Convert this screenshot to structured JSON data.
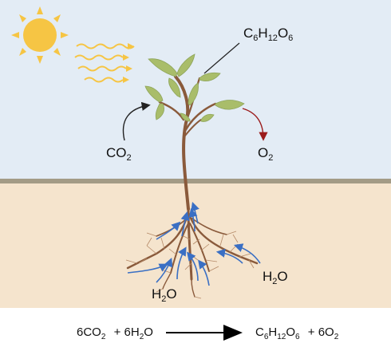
{
  "labels": {
    "glucose": {
      "main": "C",
      "s1": "6",
      "m2": "H",
      "s2": "12",
      "m3": "O",
      "s3": "6"
    },
    "co2": {
      "main": "CO",
      "sub": "2"
    },
    "o2": {
      "main": "O",
      "sub": "2"
    },
    "water_right": {
      "m1": "H",
      "sub": "2",
      "m2": "O"
    },
    "water_bottom": {
      "m1": "H",
      "sub": "2",
      "m2": "O"
    }
  },
  "equation": {
    "r1": "6CO",
    "r1_sub": "2",
    "plus1": "+ 6H",
    "r2_sub": "2",
    "r2_o": "O",
    "p1": "C",
    "p1_s1": "6",
    "p1_h": "H",
    "p1_s2": "12",
    "p1_o": "O",
    "p1_s3": "6",
    "plus2": "+ 6O",
    "p2_sub": "2"
  },
  "colors": {
    "sky": "#e3ecf5",
    "soil": "#f5e4cd",
    "ground_line": "#a39b86",
    "sun": "#f6c544",
    "light_rays": "#f6c544",
    "leaf": "#a9bd6a",
    "stem": "#8a5a3b",
    "co2_arrow": "#222222",
    "o2_arrow": "#9b1b1b",
    "water_arrows": "#3a6fc4"
  }
}
